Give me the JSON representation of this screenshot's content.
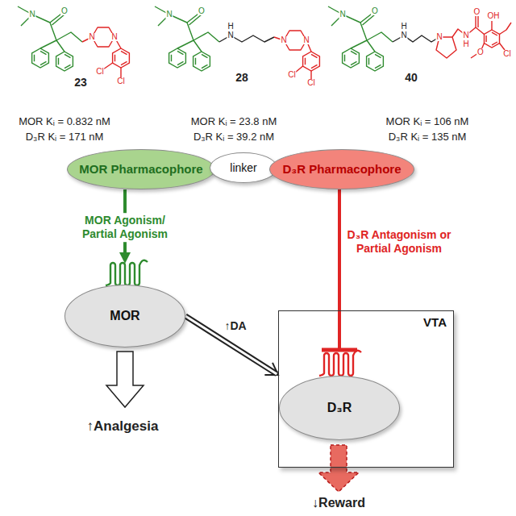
{
  "diagram": {
    "nodes": [
      {
        "text": [
          "MOR Pharmacophore"
        ]
      },
      {
        "text": [
          "linker"
        ]
      },
      {
        "text": [
          "D₃R Pharmacophore"
        ]
      },
      {
        "text": [
          "MOR"
        ]
      },
      {
        "text": [
          "VTA"
        ]
      },
      {
        "text": [
          "D₃R"
        ],
        "in": 4
      }
    ],
    "edges": [
      {
        "from": 0,
        "to": 3,
        "arrow": "to",
        "label": "MOR Agonism/ Partial Agonism"
      },
      {
        "from": 2,
        "to": 5,
        "arrow": "to",
        "label": "D₃R Antagonism or Partial Agonism"
      },
      {
        "from": 3,
        "to": 4,
        "arrow": "to",
        "label": "↑DA"
      }
    ],
    "labels": [
      "23",
      "28",
      "40",
      "MOR Kᵢ = 0.832 nM",
      "D₃R Kᵢ = 171 nM",
      "MOR Kᵢ = 23.8 nM",
      "D₃R Kᵢ = 39.2 nM",
      "MOR Kᵢ = 106 nM",
      "D₃R Kᵢ = 135 nM",
      "O",
      "N",
      "N",
      "N",
      "Cl",
      "Cl",
      "O",
      "N",
      "N",
      "H",
      "N",
      "N",
      "Cl",
      "Cl",
      "O",
      "N",
      "N",
      "H",
      "N",
      "N",
      "H",
      "O",
      "OH",
      "O",
      "Cl",
      "↑Analgesia",
      "↓Reward"
    ]
  }
}
